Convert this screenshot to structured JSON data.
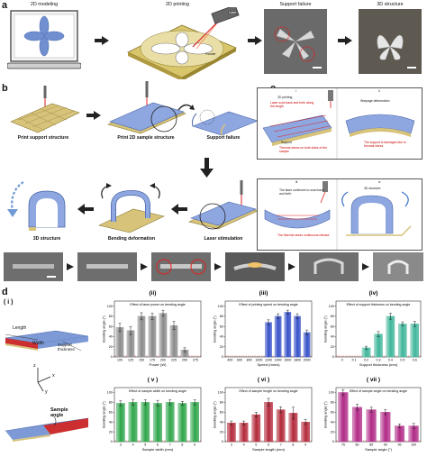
{
  "panels": {
    "a": "a",
    "b": "b",
    "c": "c",
    "d": "d"
  },
  "panel_a": {
    "steps": [
      "2D modeling",
      "2D printing",
      "Support failure",
      "3D structure"
    ],
    "laser_tag": "Laser",
    "powder_tag": "Powder"
  },
  "panel_b": {
    "top_row": [
      "Print support structure",
      "Print 2D sample structure",
      "Support failure"
    ],
    "bottom_row": [
      "3D structure",
      "Bending deformation",
      "Laser stimulation"
    ]
  },
  "panel_c": {
    "roman": [
      "i",
      "ii",
      "iii",
      "iv"
    ],
    "i_texts": [
      "2D printing",
      "Laser scan back and forth along the length",
      "Support",
      "Thermal stress on both sides of the sample"
    ],
    "ii_texts": [
      "Warpage deformation",
      "The support is damaged due to thermal stress"
    ],
    "iii_texts": [
      "The laser continues to scan back and forth",
      "The thermal stress continuous release"
    ],
    "iv_texts": [
      "3D structure"
    ]
  },
  "panel_d": {
    "i_label": "( i )",
    "i_texts": [
      "Length",
      "Width",
      "Support thickness",
      "Sample angle"
    ],
    "axes": [
      "z",
      "x",
      "y"
    ]
  },
  "colors": {
    "gray": "#8a8a8a",
    "blue": "#3550c8",
    "teal": "#3fb59a",
    "green": "#2ea54a",
    "red": "#b3293a",
    "magenta": "#b02a86",
    "bar_orange": "#d9a441",
    "sample_blue": "#7d9ad6",
    "sample_red": "#cc2f2f"
  },
  "chart_data": [
    {
      "type": "bar",
      "label": "(ii)",
      "title": "Effect of laser power on bending angle",
      "xlabel": "Power (W)",
      "ylabel": "Bending angle (°)",
      "categories": [
        "100",
        "125",
        "150",
        "175",
        "200",
        "225",
        "250",
        "275"
      ],
      "values": [
        58,
        52,
        80,
        80,
        86,
        62,
        14,
        0
      ],
      "errors": [
        8,
        8,
        7,
        6,
        6,
        8,
        4,
        0
      ],
      "ylim": [
        0,
        110
      ],
      "yticks": [
        0,
        20,
        40,
        60,
        80,
        100
      ],
      "color": "gray"
    },
    {
      "type": "bar",
      "label": "(iii)",
      "title": "Effect of printing speed on bending angle",
      "xlabel": "Speed (mm/s)",
      "ylabel": "Bending angle (°)",
      "categories": [
        "400",
        "600",
        "800",
        "1000",
        "1200",
        "1400",
        "1600",
        "1800",
        "2000"
      ],
      "values": [
        0,
        0,
        0,
        0,
        68,
        80,
        88,
        80,
        48
      ],
      "errors": [
        0,
        0,
        0,
        0,
        5,
        5,
        4,
        5,
        5
      ],
      "ylim": [
        0,
        110
      ],
      "yticks": [
        0,
        20,
        40,
        60,
        80,
        100
      ],
      "color": "blue"
    },
    {
      "type": "bar",
      "label": "(iv)",
      "title": "Effect of support thickness on bending angle",
      "xlabel": "Support thickness (mm)",
      "ylabel": "Bending angle (°)",
      "categories": [
        "0",
        "0.1",
        "0.2",
        "0.3",
        "0.4",
        "0.5",
        "0.6"
      ],
      "values": [
        0,
        0,
        18,
        45,
        80,
        65,
        65
      ],
      "errors": [
        0,
        0,
        3,
        5,
        6,
        4,
        5
      ],
      "ylim": [
        0,
        110
      ],
      "yticks": [
        0,
        20,
        40,
        60,
        80,
        100
      ],
      "color": "teal"
    },
    {
      "type": "bar",
      "label": "( v )",
      "title": "Effect of sample width on bending angle",
      "xlabel": "Sample width (mm)",
      "ylabel": "Bending angle (°)",
      "categories": [
        "3",
        "4",
        "5",
        "6",
        "7",
        "8",
        "9"
      ],
      "values": [
        78,
        80,
        80,
        78,
        80,
        78,
        80
      ],
      "errors": [
        5,
        6,
        5,
        6,
        5,
        4,
        5
      ],
      "ylim": [
        0,
        110
      ],
      "yticks": [
        0,
        20,
        40,
        60,
        80,
        100
      ],
      "color": "green"
    },
    {
      "type": "bar",
      "label": "( vi )",
      "title": "Effect of sample length on bending angle",
      "xlabel": "Sample length (mm)",
      "ylabel": "Bending angle (°)",
      "categories": [
        "3",
        "4",
        "5",
        "6",
        "7",
        "8",
        "9"
      ],
      "values": [
        38,
        38,
        55,
        80,
        65,
        58,
        40
      ],
      "errors": [
        4,
        4,
        5,
        8,
        6,
        12,
        5
      ],
      "ylim": [
        0,
        110
      ],
      "yticks": [
        0,
        20,
        40,
        60,
        80,
        100
      ],
      "color": "red"
    },
    {
      "type": "bar",
      "label": "( vii )",
      "title": "Effect of sample angle on bending angle",
      "xlabel": "Sample angle (°)",
      "ylabel": "Bending angle (°)",
      "categories": [
        "75",
        "80",
        "85",
        "90",
        "95",
        "100"
      ],
      "values": [
        100,
        70,
        65,
        60,
        32,
        32
      ],
      "errors": [
        6,
        6,
        5,
        5,
        4,
        5
      ],
      "ylim": [
        0,
        110
      ],
      "yticks": [
        0,
        20,
        40,
        60,
        80,
        100
      ],
      "color": "magenta"
    }
  ]
}
